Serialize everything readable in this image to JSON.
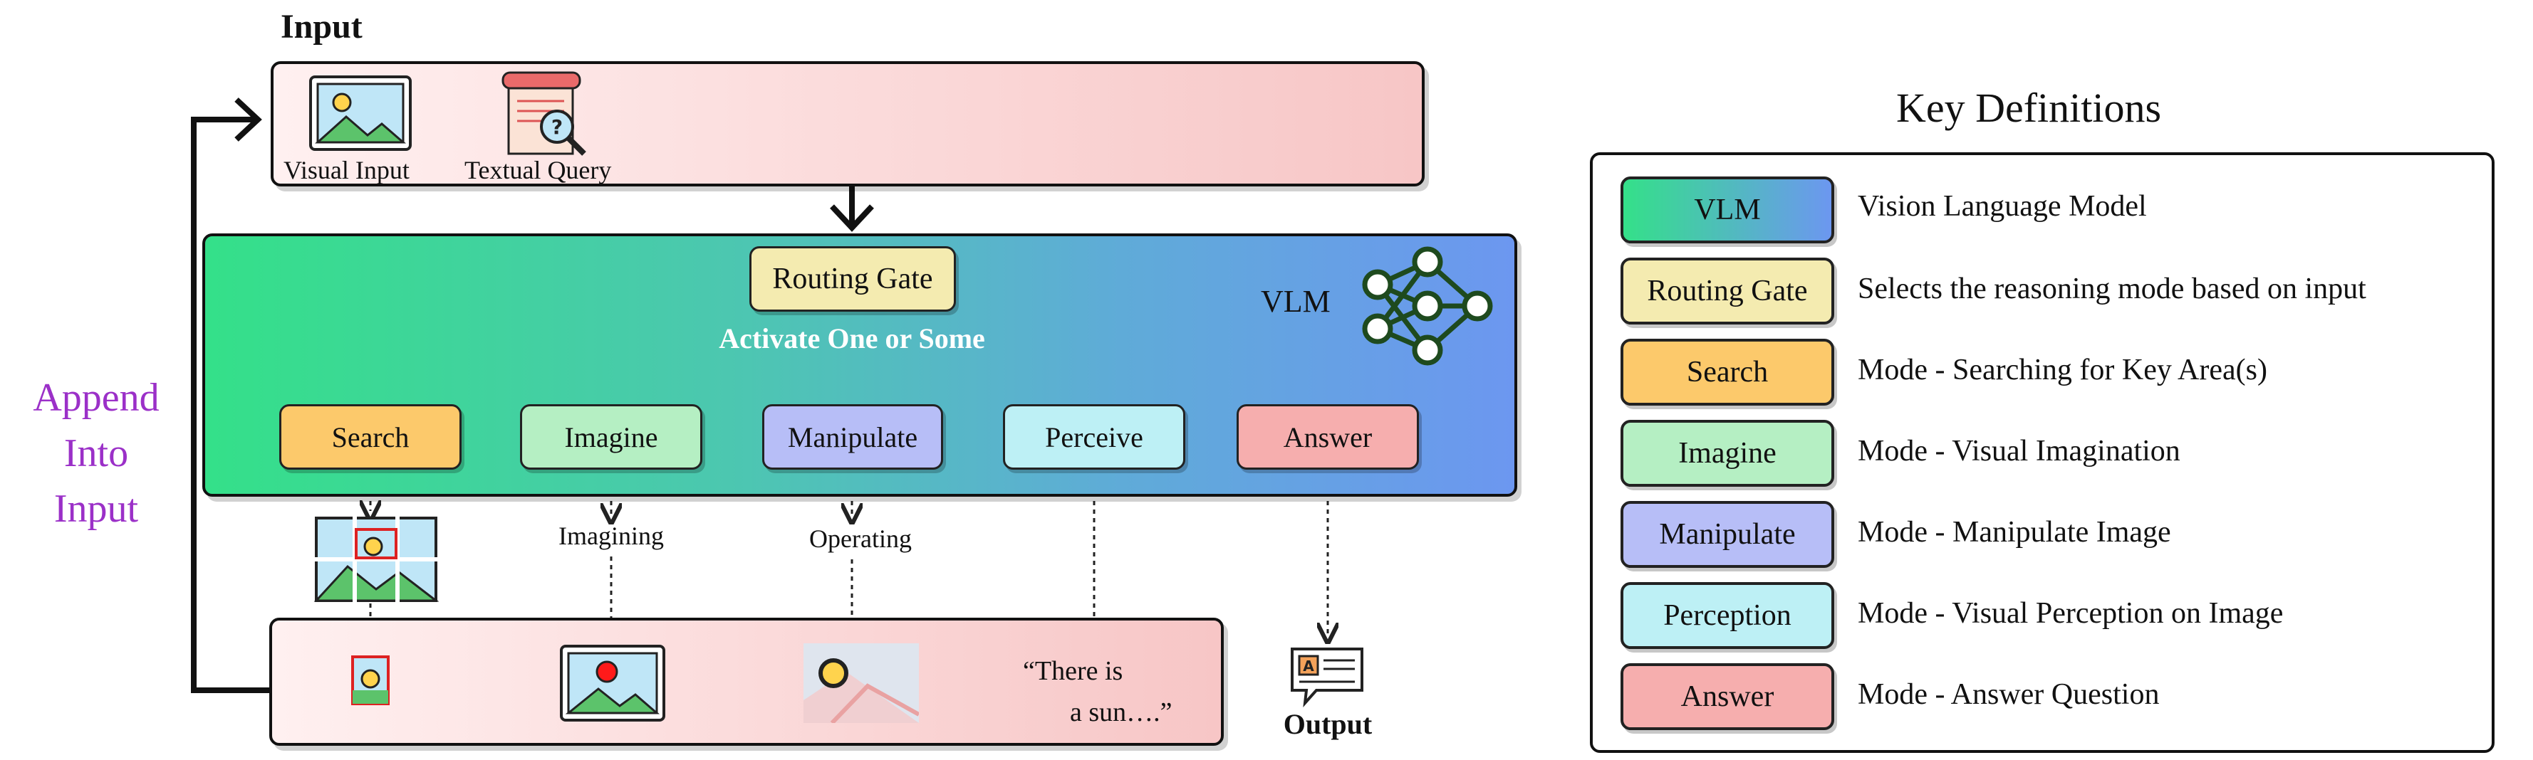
{
  "input": {
    "title": "Input",
    "visual_label": "Visual Input",
    "query_label": "Textual Query"
  },
  "vlm": {
    "label": "VLM",
    "routing_gate": "Routing Gate",
    "activate_text": "Activate One or Some",
    "modes": [
      "Search",
      "Imagine",
      "Manipulate",
      "Perceive",
      "Answer"
    ]
  },
  "process": {
    "imagining": "Imagining",
    "operating": "Operating"
  },
  "output_row": {
    "quote_line1": "“There is",
    "quote_line2": "a sun….”"
  },
  "output_label": "Output",
  "append": [
    "Append",
    "Into",
    "Input"
  ],
  "key": {
    "title": "Key Definitions",
    "items": [
      {
        "label": "VLM",
        "desc": "Vision Language Model"
      },
      {
        "label": "Routing Gate",
        "desc": "Selects the reasoning mode based on input"
      },
      {
        "label": "Search",
        "desc": "Mode - Searching for Key Area(s)"
      },
      {
        "label": "Imagine",
        "desc": "Mode - Visual Imagination"
      },
      {
        "label": "Manipulate",
        "desc": "Mode - Manipulate Image"
      },
      {
        "label": "Perception",
        "desc": "Mode - Visual Perception on Image"
      },
      {
        "label": "Answer",
        "desc": "Mode - Answer Question"
      }
    ]
  },
  "colors": {
    "search": "#fcc96b",
    "imagine": "#b5efc3",
    "manipulate": "#b7bef7",
    "perceive": "#bdf0f5",
    "answer": "#f6aeae",
    "routing": "#f4ebb0",
    "append_text": "#9b30c8"
  }
}
